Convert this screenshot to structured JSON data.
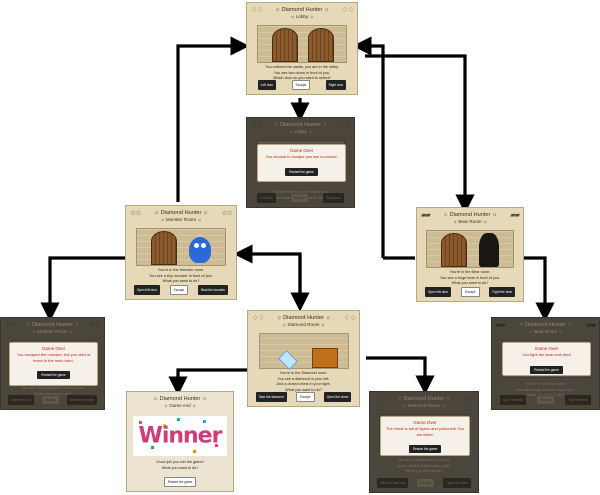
{
  "app_title": "Diamond Hunter",
  "header_deco_left": "♢ ♢",
  "header_deco_right": "♢ ♢",
  "cards": {
    "lobby": {
      "title": "☼ Diamond Hunter ☼",
      "subtitle": "☼ Lobby ☼",
      "lines": [
        "You entered the castle, you are in the lobby.",
        "You see two doors in front of you.",
        "Which door do you want to select?"
      ],
      "buttons": [
        "Left door",
        "Escape",
        "Right door"
      ]
    },
    "lobby_gameover": {
      "title": "☼ Diamond Hunter ☼",
      "subtitle": "☼ Lobby ☼",
      "modal_title": "Game Over",
      "modal_msg": "You choose to escape you are a coward.",
      "modal_btn": "Restart the game",
      "lines": [
        "You see two doors in front of you.",
        "Which door do you want to select?"
      ],
      "buttons": [
        "Left door",
        "Escape",
        "Right door"
      ]
    },
    "monster": {
      "title": "☼ Diamond Hunter ☼",
      "subtitle": "☼ Monster Room ☼",
      "lines": [
        "You're in the Monster room.",
        "You see a tiny monster in front of you.",
        "What you want to do?"
      ],
      "buttons": [
        "Open left door",
        "Escape",
        "Beat the monster"
      ]
    },
    "monster_gameover": {
      "title": "☼ Diamond Hunter ☼",
      "subtitle": "☼ Monster Room ☼",
      "modal_title": "Game Over",
      "modal_msg": "You escaped the monster, but you died of terror in the next room.",
      "modal_btn": "Restart the game",
      "lines": [
        "You see a tiny monster in front of you.",
        "What you want to do?"
      ],
      "buttons": [
        "Open left door",
        "Escape",
        "Beat the monster"
      ]
    },
    "bear": {
      "title": "☼ Diamond Hunter ☼",
      "subtitle": "☼ Bear Room ☼",
      "lines": [
        "You're in the Bear room.",
        "You see a huge bear in front of you.",
        "What you want to do?"
      ],
      "buttons": [
        "Open left door",
        "Escape",
        "Fight the bear"
      ]
    },
    "bear_gameover": {
      "title": "☼ Diamond Hunter ☼",
      "subtitle": "☼ Bear Room ☼",
      "modal_title": "Game Over",
      "modal_msg": "You fight the bear and died!",
      "modal_btn": "Restart the game",
      "lines": [
        "You're in the Bear room.",
        "You see a huge bear in front of you.",
        "What you want to do?"
      ],
      "buttons": [
        "Open left door",
        "Escape",
        "Fight the bear"
      ]
    },
    "diamond": {
      "title": "☼ Diamond Hunter ☼",
      "subtitle": "☼ Diamond Room ☼",
      "lines": [
        "You're in the Diamond room.",
        "You see a diamond in your left.",
        "And a closed chest in your right.",
        "What you want to do?"
      ],
      "buttons": [
        "Take the diamond",
        "Escape",
        "Open the chest"
      ]
    },
    "winner": {
      "title": "☼ Diamond Hunter ☼",
      "subtitle": "☼ Game end ☼",
      "image_text": "Winner",
      "lines": [
        "Good job you win the game!",
        "What you want to do?"
      ],
      "buttons": [
        "Restart the game"
      ]
    },
    "chest_gameover": {
      "title": "☼ Diamond Hunter ☼",
      "subtitle": "☼ Diamond Room ☼",
      "modal_title": "Game Over",
      "modal_msg": "The chest is full of vipers and poisoned! You are killed.",
      "modal_btn": "Restart the game",
      "lines": [
        "You see a diamond in your left.",
        "And a closed chest in your right.",
        "What you want to do?"
      ],
      "buttons": [
        "Take the diamond",
        "Escape",
        "Open the chest"
      ]
    }
  }
}
